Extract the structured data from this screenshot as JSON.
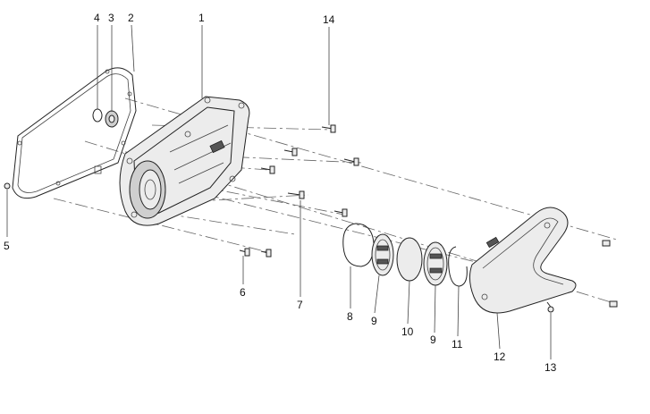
{
  "callouts": [
    "1",
    "2",
    "3",
    "4",
    "5",
    "6",
    "7",
    "8",
    "9",
    "9",
    "10",
    "11",
    "12",
    "13",
    "14"
  ]
}
